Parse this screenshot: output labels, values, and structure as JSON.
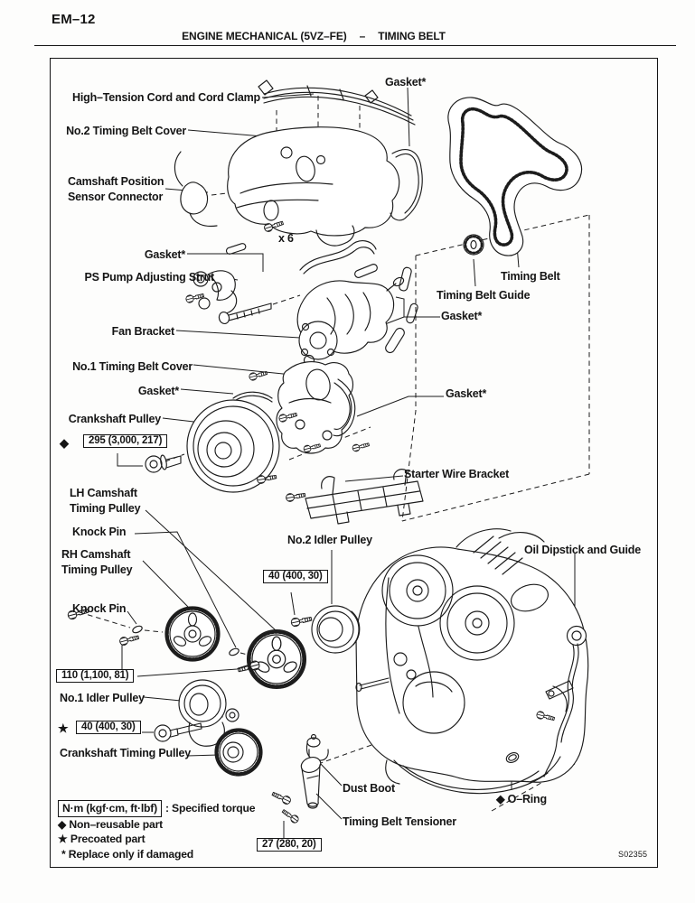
{
  "page": {
    "code": "EM–12",
    "header_left": "ENGINE MECHANICAL (5VZ–FE)",
    "header_sep": "–",
    "header_right": "TIMING BELT",
    "figure_code": "S02355"
  },
  "labels": {
    "gasket_top": "Gasket*",
    "high_tension": "High–Tension Cord and Cord Clamp",
    "no2_cover": "No.2 Timing Belt Cover",
    "cam_sensor": "Camshaft Position\nSensor Connector",
    "x6": "x 6",
    "gasket_mid": "Gasket*",
    "ps_strut": "PS Pump Adjusting Strut",
    "timing_belt": "Timing Belt",
    "belt_guide": "Timing Belt Guide",
    "gasket_wp": "Gasket*",
    "fan_bracket": "Fan Bracket",
    "no1_cover": "No.1 Timing Belt Cover",
    "gasket_no1": "Gasket*",
    "gasket_right": "Gasket*",
    "crank_pulley": "Crankshaft Pulley",
    "starter_bracket": "Starter Wire Bracket",
    "lh_cam": "LH Camshaft\nTiming Pulley",
    "knock_pin_1": "Knock Pin",
    "no2_idler": "No.2 Idler Pulley",
    "oil_dipstick": "Oil Dipstick and Guide",
    "rh_cam": "RH Camshaft\nTiming Pulley",
    "knock_pin_2": "Knock Pin",
    "no1_idler": "No.1 Idler Pulley",
    "crank_timing_pulley": "Crankshaft Timing Pulley",
    "dust_boot": "Dust Boot",
    "o_ring": "◆ O–Ring",
    "tensioner": "Timing Belt Tensioner"
  },
  "torques": {
    "marker_non_reusable": "◆",
    "marker_precoated": "★",
    "crank_pulley_bolt": "295 (3,000, 217)",
    "no2_idler_bolt": "40 (400, 30)",
    "camshaft_pulley_bolt": "110 (1,100, 81)",
    "no1_idler_bolt": "40 (400, 30)",
    "tensioner_bolt": "27 (280, 20)"
  },
  "legend": {
    "torque_unit": "N·m (kgf·cm, ft·lbf)",
    "torque_desc": ": Specified torque",
    "non_reusable": "◆ Non–reusable part",
    "precoated": "★ Precoated part",
    "replace_damaged": "* Replace only if damaged"
  }
}
